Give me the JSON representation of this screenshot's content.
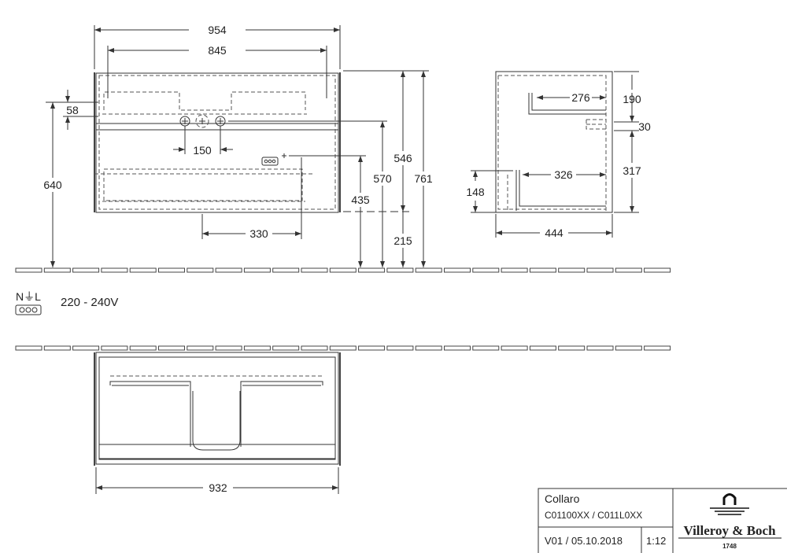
{
  "front_view": {
    "dimensions": {
      "total_width": "954",
      "inner_width": "845",
      "offset_58": "58",
      "drain_spacing": "150",
      "socket_offset": "330",
      "height_640": "640",
      "socket_height": "435",
      "height_570": "570",
      "cabinet_height": "546",
      "floor_clearance": "215",
      "total_height": "761"
    }
  },
  "side_view": {
    "dimensions": {
      "depth_276": "276",
      "top_190": "190",
      "gap_30": "30",
      "depth_326": "326",
      "bottom_317": "317",
      "height_148": "148",
      "depth": "444"
    }
  },
  "electrical": {
    "symbol_label": "N⏚L",
    "voltage": "220 - 240V"
  },
  "top_view": {
    "dimensions": {
      "width": "932"
    }
  },
  "title_block": {
    "product": "Collaro",
    "codes": "C01100XX / C011L0XX",
    "version_date": "V01 / 05.10.2018",
    "scale": "1:12",
    "brand": "Villeroy & Boch",
    "brand_year": "1748"
  }
}
